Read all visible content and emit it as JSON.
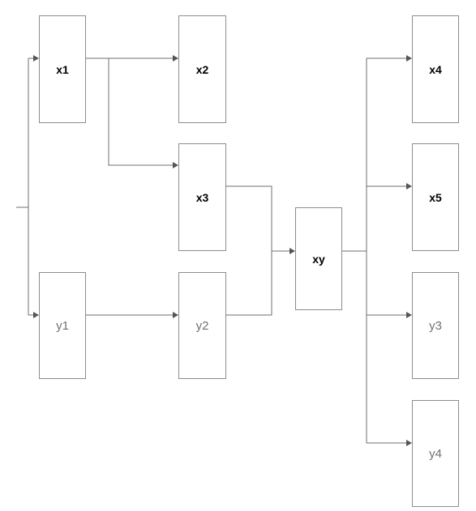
{
  "nodes": {
    "x1": "x1",
    "x2": "x2",
    "x3": "x3",
    "x4": "x4",
    "x5": "x5",
    "xy": "xy",
    "y1": "y1",
    "y2": "y2",
    "y3": "y3",
    "y4": "y4"
  },
  "colors": {
    "edge": "#6f6f6f",
    "border": "#8c8c8c",
    "bold_text": "#000000",
    "light_text": "#707070"
  }
}
